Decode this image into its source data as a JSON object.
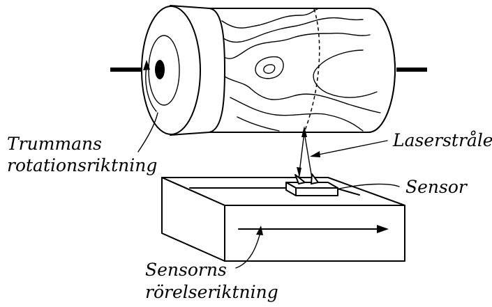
{
  "labels": {
    "drum_rotation_line1": "Trummans",
    "drum_rotation_line2": "rotationsriktning",
    "laser_beam": "Laserstråle",
    "sensor": "Sensor",
    "sensor_motion_line1": "Sensorns",
    "sensor_motion_line2": "rörelseriktning"
  },
  "colors": {
    "ink": "#000000",
    "background": "#ffffff"
  }
}
